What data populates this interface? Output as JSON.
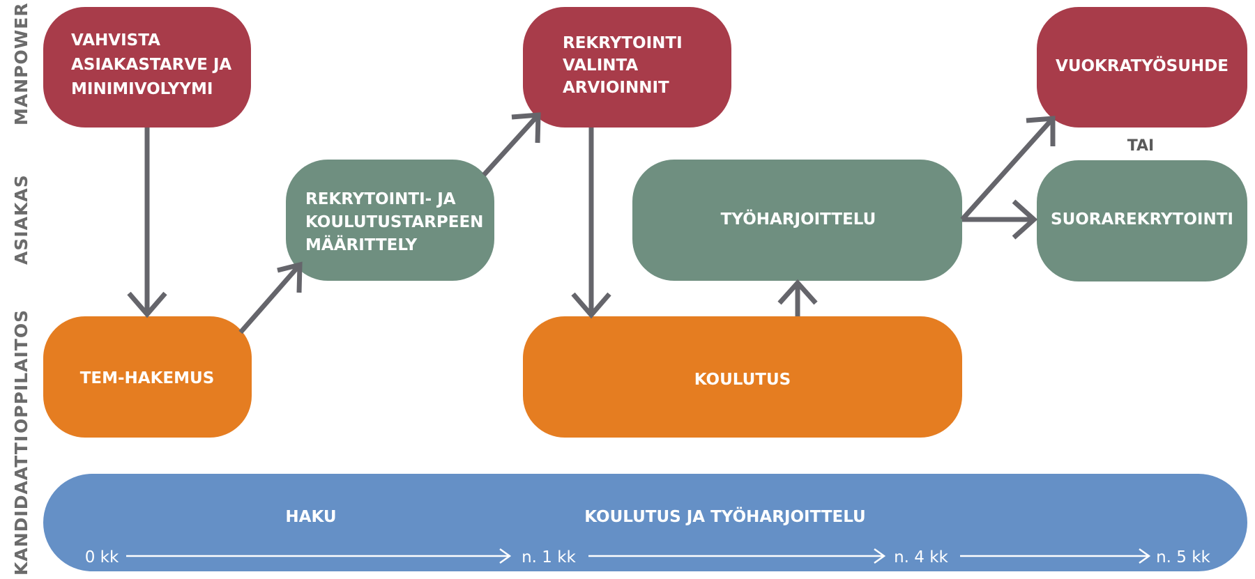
{
  "colors": {
    "manpower": "#a83c4a",
    "asiakas": "#6f8f80",
    "oppilaitos": "#e57d21",
    "kandidaatti": "#6590c6",
    "arrow": "#65656b",
    "label": "#6b6b6b"
  },
  "lanes": {
    "manpower": "MANPOWER",
    "asiakas": "ASIAKAS",
    "oppilaitos": "OPPILAITOS",
    "kandidaatti": "KANDIDAATTI"
  },
  "boxes": {
    "vahvista": [
      "VAHVISTA",
      "ASIAKASTARVE JA",
      "MINIMIVOLYYMI"
    ],
    "tem": [
      "TEM-HAKEMUS"
    ],
    "maarittely": [
      "REKRYTOINTI- JA",
      "KOULUTUSTARPEEN",
      "MÄÄRITTELY"
    ],
    "rekrytointi": [
      "REKRYTOINTI",
      "VALINTA",
      "ARVIOINNIT"
    ],
    "koulutus": [
      "KOULUTUS"
    ],
    "tyoharjoittelu": [
      "TYÖHARJOITTELU"
    ],
    "vuokratyosuhde": [
      "VUOKRATYÖSUHDE"
    ],
    "suorarekrytointi": [
      "SUORAREKRYTOINTI"
    ]
  },
  "or_label": "TAI",
  "candidate": {
    "phase1": "HAKU",
    "phase2": "KOULUTUS JA TYÖHARJOITTELU",
    "timeline": [
      "0 kk",
      "n. 1 kk",
      "n. 4 kk",
      "n. 5 kk"
    ]
  }
}
